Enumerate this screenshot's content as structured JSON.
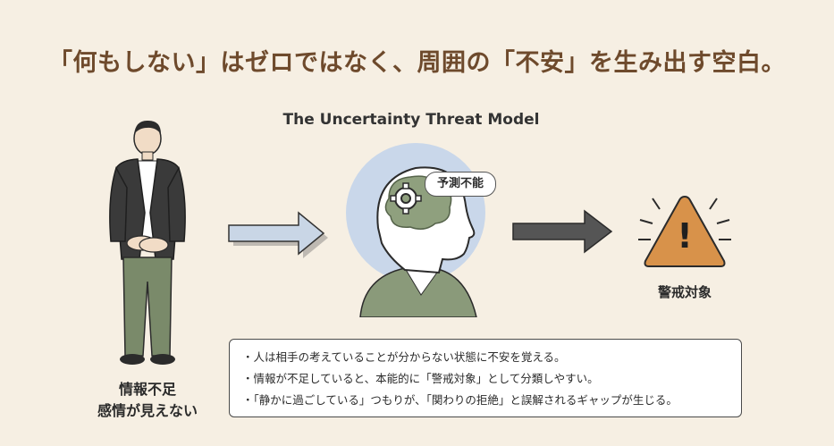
{
  "headline": "「何もしない」はゼロではなく、周囲の「不安」を生み出す空白。",
  "model_title": "The Uncertainty Threat Model",
  "person": {
    "caption_line1": "情報不足",
    "caption_line2": "感情が見えない"
  },
  "thought_bubble": "予測不能",
  "warning": {
    "caption": "警戒対象",
    "symbol": "!"
  },
  "notes": [
    "人は相手の考えていることが分からない状態に不安を覚える。",
    "情報が不足していると、本能的に「警戒対象」として分類しやすい。",
    "「静かに過ごしている」つもりが、「関わりの拒絶」と誤解されるギャップが生じる。"
  ],
  "colors": {
    "background": "#f6efe3",
    "headline": "#6e4a2c",
    "arrow_light": "#c9d6e6",
    "arrow_dark": "#555555",
    "warning_fill": "#d8924a",
    "head_circle": "#c9d7ea",
    "brain": "#8fa07e",
    "suit": "#3a3a3a",
    "pants": "#7a8a6a"
  },
  "icons": [
    "person-figure",
    "head-profile-icon",
    "gear-icon",
    "warning-triangle-icon",
    "arrow-right-icon"
  ]
}
